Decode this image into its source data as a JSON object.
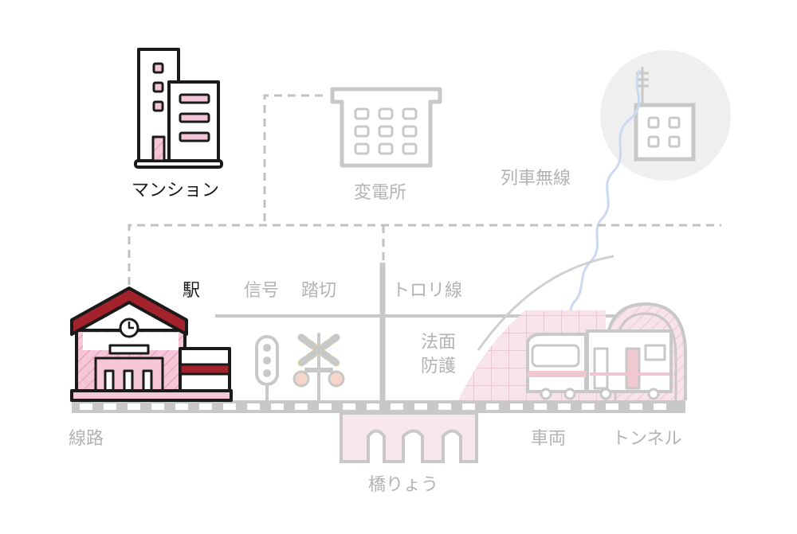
{
  "labels": {
    "mansion": "マンション",
    "substation": "変電所",
    "train_radio": "列車無線",
    "station": "駅",
    "signal": "信号",
    "crossing": "踏切",
    "trolley_wire": "トロリ線",
    "slope_protection_1": "法面",
    "slope_protection_2": "防護",
    "track": "線路",
    "bridge": "橋りょう",
    "vehicle": "車両",
    "tunnel": "トンネル"
  },
  "colors": {
    "highlight_outline": "#1a1a1a",
    "highlight_red": "#a3222b",
    "highlight_pink": "#f0bdd2",
    "faded_gray": "#c8c8c8",
    "faded_text": "#b3b3b3",
    "faded_pink": "#f3dde3"
  }
}
